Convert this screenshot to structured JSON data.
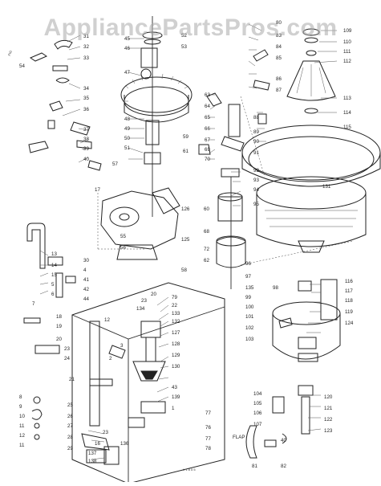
{
  "watermark": "AppliancePartsPros.com",
  "side_text": {
    "rotated_top_left": "FIG",
    "bottom_small": "# 1 8 5 5"
  },
  "colors": {
    "line": "#2b2b2b",
    "watermark": "#aaaaaa",
    "background": "#ffffff"
  },
  "labels": {
    "l31": "31",
    "l32": "32",
    "l33": "33",
    "l34": "34",
    "l35": "35",
    "l36": "36",
    "l37": "37",
    "l38": "38",
    "l39": "39",
    "l40": "40",
    "l45": "45",
    "l46": "46",
    "l47": "47",
    "l48": "48",
    "l49": "49",
    "l50": "50",
    "l51": "51",
    "l52": "52",
    "l53": "53",
    "l54": "54",
    "l55": "55",
    "l56": "56",
    "l57": "57",
    "l58": "58",
    "l59": "59",
    "l60": "60",
    "l61": "61",
    "l62": "62",
    "l63": "63",
    "l64": "64",
    "l65": "65",
    "l66": "66",
    "l67": "67",
    "l68": "68",
    "l69": "69",
    "l70": "70",
    "l72": "72",
    "l76": "76",
    "l77": "77",
    "l78": "78",
    "l79": "79",
    "l80": "80",
    "l81": "81",
    "l82": "82",
    "l83": "83",
    "l84": "84",
    "l85": "85",
    "l86": "86",
    "l87": "87",
    "l88": "88",
    "l89": "89",
    "l90": "90",
    "l91": "91",
    "l92": "92",
    "l93": "93",
    "l94": "94",
    "l95": "95",
    "l96": "96",
    "l97": "97",
    "l98": "98",
    "l99": "99",
    "l100": "100",
    "l101": "101",
    "l102": "102",
    "l103": "103",
    "l104": "104",
    "l105": "105",
    "l106": "106",
    "l107": "107",
    "l109": "109",
    "l110": "110",
    "l111": "111",
    "l112": "112",
    "l113": "113",
    "l114": "114",
    "l115": "115",
    "l116": "116",
    "l117": "117",
    "l118": "118",
    "l119": "119",
    "l120": "120",
    "l121": "121",
    "l122": "122",
    "l123": "123",
    "l124": "124",
    "l125": "125",
    "l126": "126",
    "l127": "127",
    "l128": "128",
    "l129": "129",
    "l130": "130",
    "l131": "131",
    "l132": "132",
    "l133": "133",
    "l134": "134",
    "l135": "135",
    "l136": "136",
    "l137": "137",
    "l138": "138",
    "l139": "139",
    "l1": "1",
    "l2": "2",
    "l3": "3",
    "l4": "4",
    "l5": "5",
    "l6": "6",
    "l7": "7",
    "l8": "8",
    "l9": "9",
    "l10": "10",
    "l11": "11",
    "l12": "12",
    "l13": "13",
    "l14": "14",
    "l15": "15",
    "l16": "16",
    "l17": "17",
    "l18": "18",
    "l19": "19",
    "l20": "20",
    "l21": "21",
    "l22": "22",
    "l23": "23",
    "l24": "24",
    "l25": "25",
    "l26": "26",
    "l27": "27",
    "l28": "28",
    "l29": "29",
    "l30": "30",
    "l41": "41",
    "l42": "42",
    "l43": "43",
    "l44": "44",
    "lflap": "FLAP"
  }
}
